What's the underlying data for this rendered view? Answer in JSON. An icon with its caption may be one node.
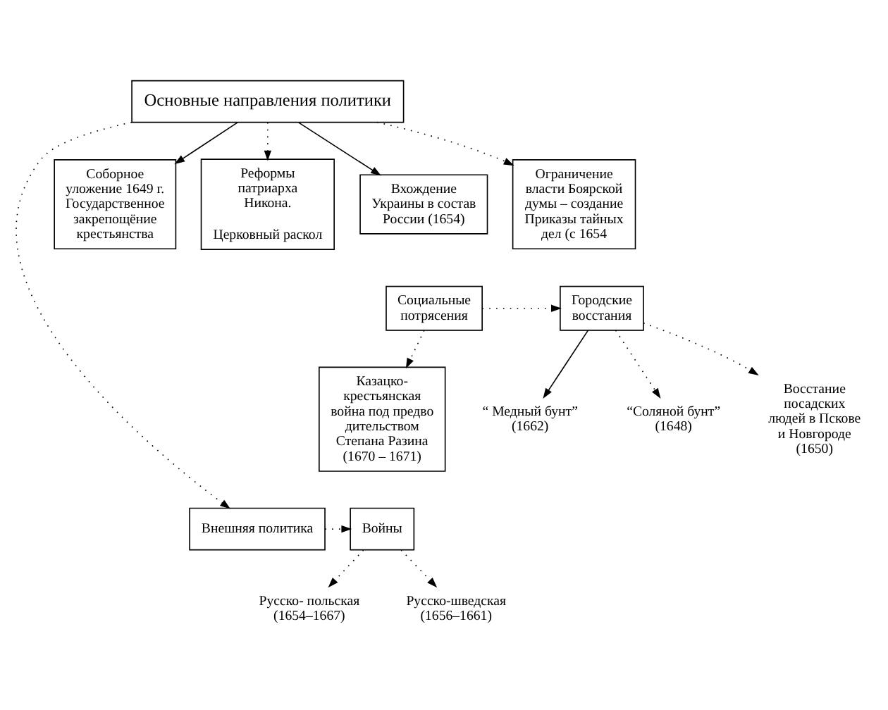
{
  "diagram": {
    "nodes": [
      {
        "text": [
          "Основные направления политики"
        ]
      },
      {
        "text": [
          "Ограничение власти Боярской думы – создание Приказы тайных дел (с 1654"
        ]
      },
      {
        "text": [
          "Соборное уложение 1649 г. Государственное закрепощёние крестьянства"
        ]
      },
      {
        "text": [
          "Реформы патриарха Никона.",
          "Церковный раскол"
        ]
      },
      {
        "text": [
          "Вхождение Украины в состав России (1654)"
        ]
      },
      {
        "text": [
          "Социальные потрясения"
        ]
      },
      {
        "text": [
          "Городские восстания"
        ]
      },
      {
        "text": [
          "Казацко- крестьянская война под предводительством Степана Разина (1670 – 1671)"
        ]
      },
      {
        "text": [
          "“Соляной бунт” (1648)"
        ]
      },
      {
        "text": [
          "Восстание посадских людей в Пскове и Новгороде (1650)"
        ]
      },
      {
        "text": [
          "“ Медный бунт” (1662)"
        ]
      },
      {
        "text": [
          "Внешняя политика"
        ]
      },
      {
        "text": [
          "Войны"
        ]
      },
      {
        "text": [
          "Русско- польская (1654–1667)"
        ]
      },
      {
        "text": [
          "Русско-шведская (1656–1661)"
        ]
      }
    ],
    "edges": [
      {
        "from": 0,
        "to": 1,
        "arrow": "to",
        "style": "dashed"
      },
      {
        "from": 0,
        "to": 2,
        "arrow": "to"
      },
      {
        "from": 0,
        "to": 3,
        "arrow": "to",
        "style": "dashed"
      },
      {
        "from": 0,
        "to": 4,
        "arrow": "to"
      },
      {
        "from": 5,
        "to": 6,
        "arrow": "to",
        "style": "dashed"
      },
      {
        "from": 5,
        "to": 7,
        "arrow": "to",
        "style": "dashed"
      },
      {
        "from": 6,
        "to": 8,
        "arrow": "to",
        "style": "dashed"
      },
      {
        "from": 6,
        "to": 9,
        "arrow": "to",
        "style": "dashed"
      },
      {
        "from": 6,
        "to": 10,
        "arrow": "to"
      },
      {
        "from": 0,
        "to": 11,
        "arrow": "to",
        "style": "dashed"
      },
      {
        "from": 11,
        "to": 12,
        "arrow": "to",
        "style": "dashed"
      },
      {
        "from": 12,
        "to": 13,
        "arrow": "to",
        "style": "dashed"
      },
      {
        "from": 12,
        "to": 14,
        "arrow": "to",
        "style": "dashed"
      }
    ]
  }
}
